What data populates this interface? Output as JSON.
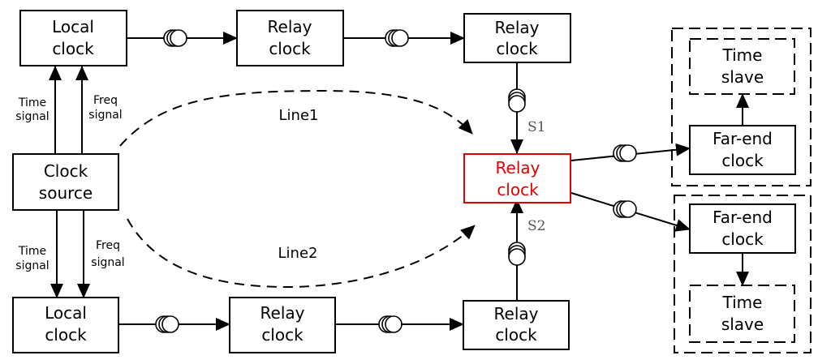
{
  "diagram": {
    "accent_color": "#e00000",
    "nodes": {
      "local_clock_top": [
        "Local",
        "clock"
      ],
      "relay_clock_top_1": [
        "Relay",
        "clock"
      ],
      "relay_clock_top_2": [
        "Relay",
        "clock"
      ],
      "clock_source": [
        "Clock",
        "source"
      ],
      "relay_clock_center": [
        "Relay",
        "clock"
      ],
      "local_clock_bottom": [
        "Local",
        "clock"
      ],
      "relay_clock_bottom_1": [
        "Relay",
        "clock"
      ],
      "relay_clock_bottom_2": [
        "Relay",
        "clock"
      ],
      "far_end_clock_1": [
        "Far-end",
        "clock"
      ],
      "time_slave_1": [
        "Time",
        "slave"
      ],
      "far_end_clock_2": [
        "Far-end",
        "clock"
      ],
      "time_slave_2": [
        "Time",
        "slave"
      ]
    },
    "signals": {
      "time_signal_top": [
        "Time",
        "signal"
      ],
      "freq_signal_top": [
        "Freq",
        "signal"
      ],
      "time_signal_bottom": [
        "Time",
        "signal"
      ],
      "freq_signal_bottom": [
        "Freq",
        "signal"
      ]
    },
    "paths": {
      "line1": "Line1",
      "line2": "Line2",
      "s1": "S1",
      "s2": "S2"
    }
  }
}
